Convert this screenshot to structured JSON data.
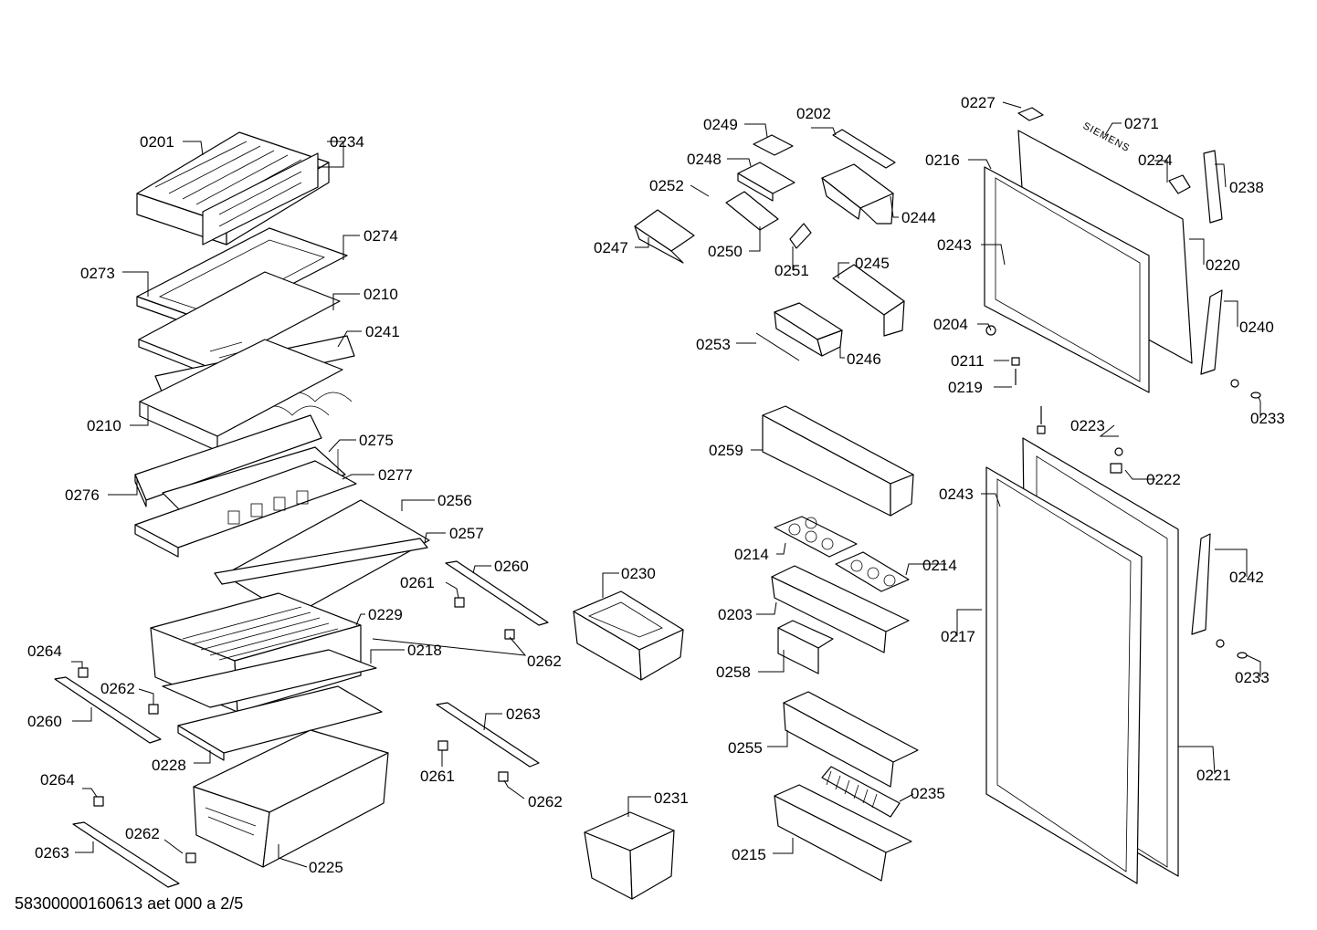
{
  "footer_code": "58300000160613 aet 000 a 2/5",
  "brand_on_part": "SIEMENS",
  "labels": {
    "0201": "0201",
    "0234": "0234",
    "0274": "0274",
    "0273": "0273",
    "0210a": "0210",
    "0241": "0241",
    "0210b": "0210",
    "0275": "0275",
    "0276": "0276",
    "0277": "0277",
    "0256": "0256",
    "0257": "0257",
    "0260a": "0260",
    "0261a": "0261",
    "0229": "0229",
    "0262a": "0262",
    "0218": "0218",
    "0264a": "0264",
    "0262b": "0262",
    "0260b": "0260",
    "0263a": "0263",
    "0228": "0228",
    "0261b": "0261",
    "0262c": "0262",
    "0264b": "0264",
    "0262d": "0262",
    "0263b": "0263",
    "0225": "0225",
    "0230": "0230",
    "0231": "0231",
    "0249": "0249",
    "0202": "0202",
    "0248": "0248",
    "0252": "0252",
    "0244": "0244",
    "0247": "0247",
    "0250": "0250",
    "0251": "0251",
    "0245": "0245",
    "0253": "0253",
    "0246": "0246",
    "0227": "0227",
    "0271": "0271",
    "0216": "0216",
    "0224": "0224",
    "0238": "0238",
    "0243a": "0243",
    "0220": "0220",
    "0240": "0240",
    "0204": "0204",
    "0211": "0211",
    "0219": "0219",
    "0233a": "0233",
    "0259": "0259",
    "0223": "0223",
    "0222": "0222",
    "0243b": "0243",
    "0214a": "0214",
    "0214b": "0214",
    "0242": "0242",
    "0203": "0203",
    "0217": "0217",
    "0258": "0258",
    "0233b": "0233",
    "0255": "0255",
    "0221": "0221",
    "0235": "0235",
    "0215": "0215"
  }
}
